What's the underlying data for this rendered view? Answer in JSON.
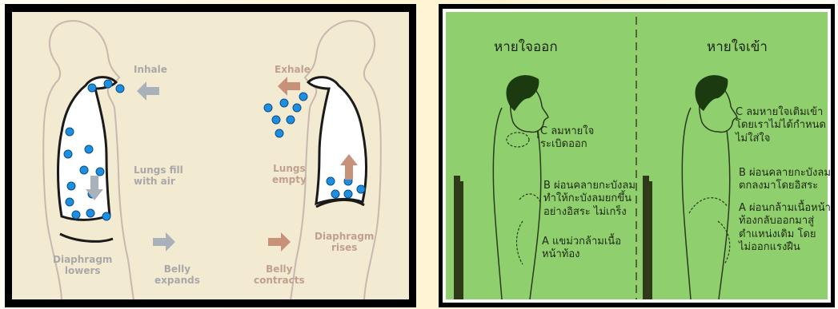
{
  "left_diagram": {
    "inhale": "Inhale",
    "exhale": "Exhale",
    "lungs_fill": "Lungs fill\nwith air",
    "lungs_empty": "Lungs\nempty",
    "diaphragm_lowers": "Diaphragm\nlowers",
    "diaphragm_rises": "Diaphragm\nrises",
    "belly_expands": "Belly\nexpands",
    "belly_contracts": "Belly\ncontracts",
    "colors": {
      "dot": "#1e8fe0",
      "arrow_gray": "#a9b2bb",
      "arrow_brown": "#c7917a",
      "background": "#f3ead2"
    }
  },
  "right_diagram": {
    "title_exhale": "หายใจออก",
    "title_inhale": "หายใจเข้า",
    "exhale_c": "C ลมหายใจ\nระเบิดออก",
    "exhale_b": "B ผ่อนคลายกะบังลม\nทำให้กะบังลมยกขึ้น\nอย่างอิสระ ไม่เกร็ง",
    "exhale_a": "A แขม่วกล้ามเนื้อ\nหน้าท้อง",
    "inhale_c": "C ลมหายใจเติมเข้า\nโดยเราไม่ได้กำหนด\nไม่ใส่ใจ",
    "inhale_b": "B ผ่อนคลายกะบังลม\nตกลงมาโดยอิสระ",
    "inhale_a": "A ผ่อนกล้ามเนื้อหน้า\nท้องกลับออกมาสู่\nตำแหน่งเดิม โดย\nไม่ออกแรงฝืน",
    "colors": {
      "background": "#8fcf6e",
      "hair": "#1b3a10",
      "chair": "#2e3a1a"
    }
  }
}
